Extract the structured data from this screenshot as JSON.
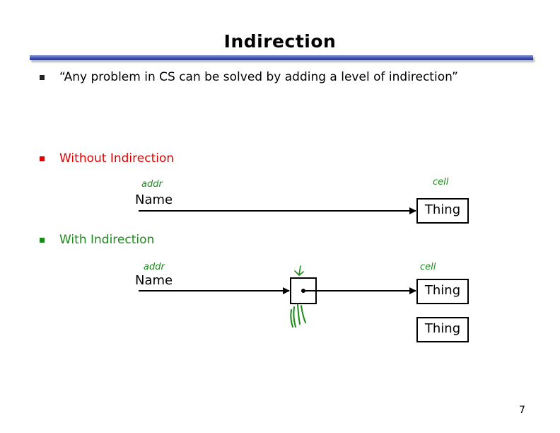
{
  "slide": {
    "title": "Indirection",
    "page_number": "7"
  },
  "bullets": [
    {
      "text": "“Any problem in CS can be solved by adding a level of indirection”",
      "color": "#000000"
    },
    {
      "text": "Without Indirection",
      "color": "#e00000"
    },
    {
      "text": "With Indirection",
      "color": "#1a8a1a"
    }
  ],
  "diagram_without": {
    "name_label": "Name",
    "thing_label": "Thing",
    "annotation_addr": "addr",
    "annotation_cell": "cell"
  },
  "diagram_with": {
    "name_label": "Name",
    "thing_label_1": "Thing",
    "thing_label_2": "Thing",
    "annotation_addr": "addr",
    "annotation_cell": "cell"
  },
  "colors": {
    "title_rule": "#3b4fae",
    "ink_annotation": "#1a8a1a",
    "bullet_square": "#222222"
  }
}
